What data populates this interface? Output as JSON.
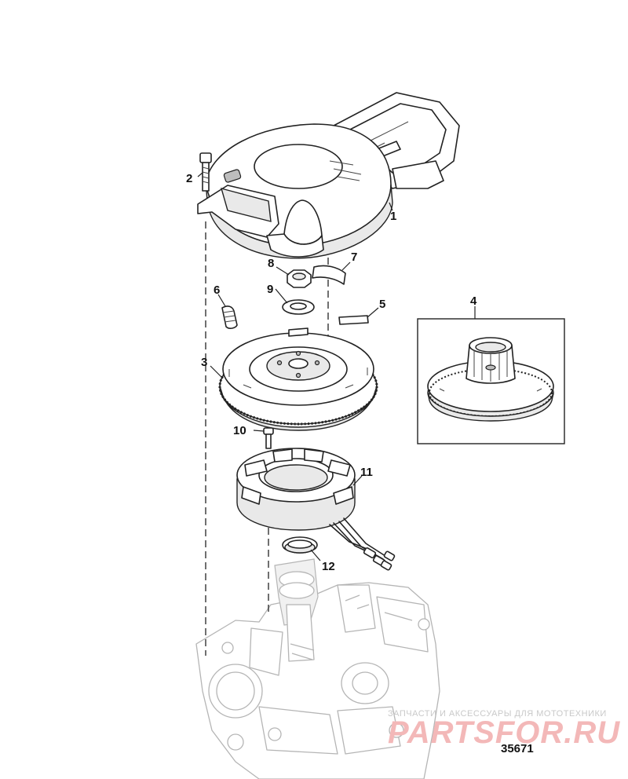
{
  "callouts": {
    "c1": "1",
    "c2": "2",
    "c3": "3",
    "c4": "4",
    "c5": "5",
    "c6": "6",
    "c7": "7",
    "c8": "8",
    "c9": "9",
    "c10": "10",
    "c11": "11",
    "c12": "12"
  },
  "figure_number": "35671",
  "watermark": {
    "tagline": "ЗАПЧАСТИ И АКСЕССУАРЫ ДЛЯ МОТОТЕХНИКИ",
    "brand": "PARTSFOR.RU"
  }
}
